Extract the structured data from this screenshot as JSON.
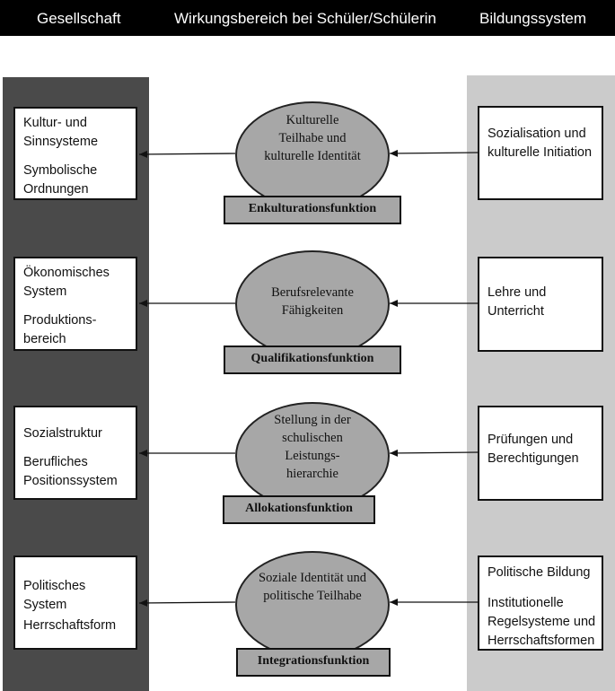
{
  "headers": {
    "society": "Gesellschaft",
    "effect": "Wirkungsbereich bei Schüler/Schülerin",
    "education_system": "Bildungssystem"
  },
  "rows": [
    {
      "left_lines": [
        "Kultur- und Sinnsysteme",
        "Symbolische Ordnungen"
      ],
      "circle": "Kulturelle Teilhabe und kulturelle Identität",
      "function": "Enkulturationsfunktion",
      "right_lines": [
        "Sozialisation und kulturelle Initiation"
      ]
    },
    {
      "left_lines": [
        "Ökonomisches System",
        "Produktions-bereich"
      ],
      "circle": "Berufsrelevante Fähigkeiten",
      "function": "Qualifikationsfunktion",
      "right_lines": [
        "Lehre und Unterricht"
      ]
    },
    {
      "left_lines": [
        "Sozialstruktur",
        "Berufliches Positionssystem"
      ],
      "circle": "Stellung in der schulischen Leistungs-hierarchie",
      "function": "Allokationsfunktion",
      "right_lines": [
        "Prüfungen und Berechtigungen"
      ]
    },
    {
      "left_lines": [
        "Politisches System",
        "Herrschaftsform"
      ],
      "circle": "Soziale Identität und politische Teilhabe",
      "function": "Integrationsfunktion",
      "right_lines": [
        "Politische Bildung",
        "Institutionelle Regelsysteme und Herrschaftsformen"
      ]
    }
  ]
}
